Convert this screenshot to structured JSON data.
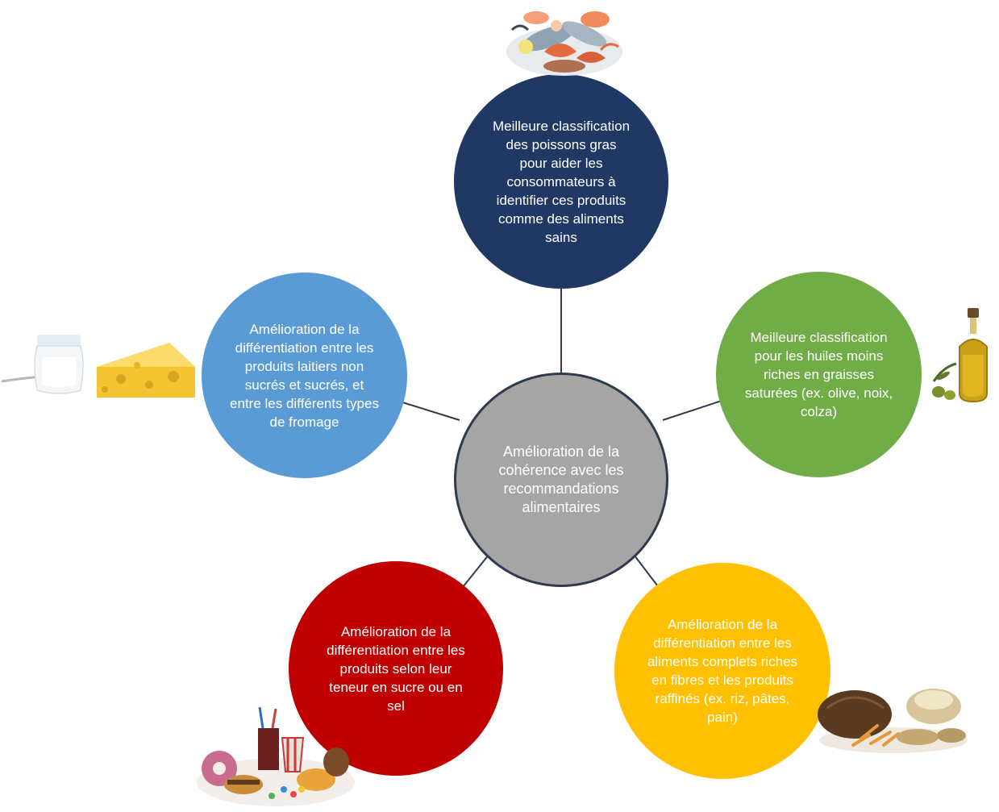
{
  "center": {
    "text": "Amélioration de la cohérence avec les recommandations alimentaires"
  },
  "nodes": {
    "top": "Meilleure classification des poissons gras pour aider les consommateurs à identifier ces produits comme des aliments sains",
    "right": "Meilleure classification pour les huiles moins riches en graisses saturées (ex. olive, noix, colza)",
    "left": "Amélioration de la différentiation entre les produits laitiers non sucrés et sucrés, et entre les différents types de fromage",
    "bottom_right": "Amélioration de la différentiation entre les aliments complets riches en fibres et les produits raffinés (ex. riz, pâtes, pain)",
    "bottom_left": "Amélioration de la différentiation entre les produits selon leur teneur en sucre ou en sel"
  },
  "colors": {
    "center": "#a5a5a5",
    "top": "#203864",
    "right": "#70ad47",
    "left": "#5b9bd5",
    "bottom_right": "#ffc000",
    "bottom_left": "#c00000",
    "connector": "#2f3b4c"
  },
  "images": [
    "seafood-illustration",
    "olive-oil-illustration",
    "dairy-cheese-illustration",
    "bread-pasta-illustration",
    "junk-food-illustration"
  ]
}
